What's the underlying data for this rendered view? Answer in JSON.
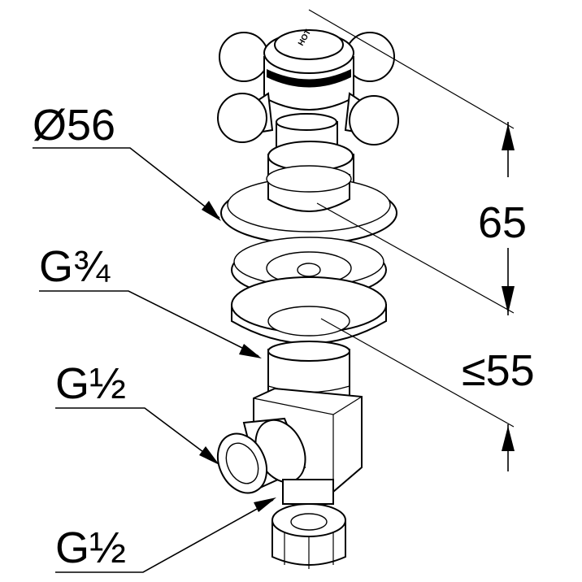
{
  "labels": {
    "diameter": "Ø56",
    "height": "65",
    "offset": "≤55",
    "inlet_thread": "G¾",
    "outlet_thread": "G½",
    "connection_thread": "G½",
    "handle_marking": "HOT"
  }
}
